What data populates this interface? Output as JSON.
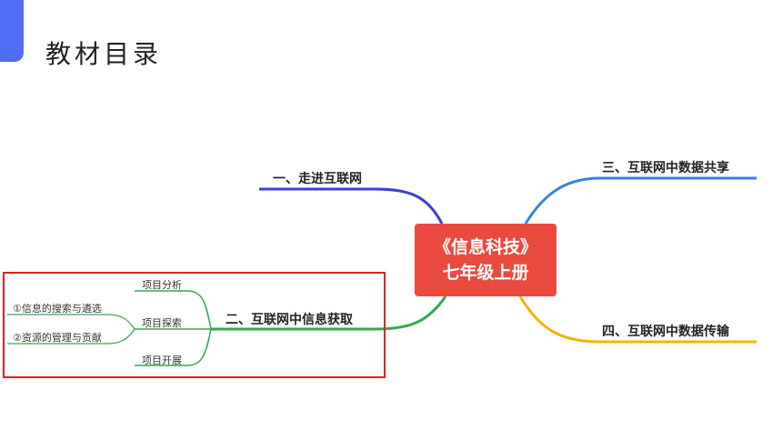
{
  "header": {
    "title": "教材目录",
    "accent_color": "#4f6ef7"
  },
  "mindmap": {
    "center": {
      "line1": "《信息科技》",
      "line2": "七年级上册",
      "color": "#ea4a3e"
    },
    "branches": {
      "b1": {
        "label": "一、走进互联网",
        "color": "#3c3fd1"
      },
      "b2": {
        "label": "二、互联网中信息获取",
        "color": "#34a853"
      },
      "b3": {
        "label": "三、互联网中数据共享",
        "color": "#3b7ee8"
      },
      "b4": {
        "label": "四、互联网中数据传输",
        "color": "#f2b500"
      }
    },
    "subtopics": [
      "项目分析",
      "项目探索",
      "项目开展"
    ],
    "leaves": [
      "①信息的搜索与遴选",
      "②资源的管理与贡献"
    ],
    "highlight_color": "#e02020"
  }
}
